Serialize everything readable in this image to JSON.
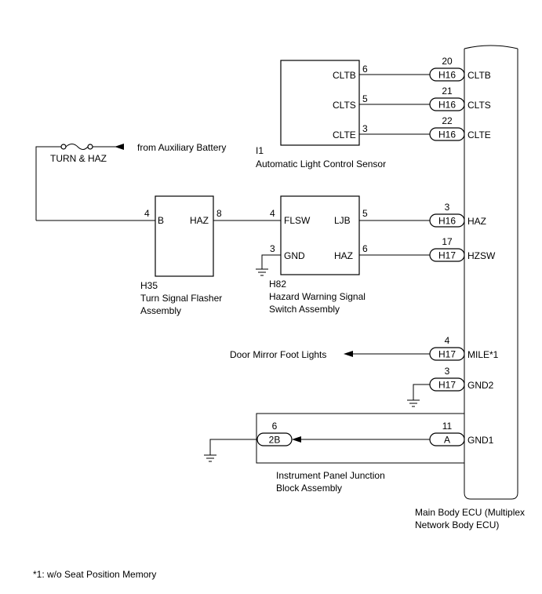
{
  "fuse": {
    "label": "TURN & HAZ"
  },
  "aux_battery": {
    "label": "from Auxiliary Battery"
  },
  "sensor": {
    "id": "I1",
    "name": "Automatic Light Control Sensor",
    "pins": [
      {
        "name": "CLTB",
        "num": "6"
      },
      {
        "name": "CLTS",
        "num": "5"
      },
      {
        "name": "CLTE",
        "num": "3"
      }
    ]
  },
  "flasher": {
    "id": "H35",
    "name1": "Turn Signal Flasher",
    "name2": "Assembly",
    "pin_b": "B",
    "pin_b_num": "4",
    "pin_haz": "HAZ",
    "pin_haz_num": "8"
  },
  "hazard_switch": {
    "id": "H82",
    "name1": "Hazard Warning Signal",
    "name2": "Switch Assembly",
    "flsw": "FLSW",
    "flsw_num": "4",
    "gnd": "GND",
    "gnd_num": "3",
    "ljb": "LJB",
    "ljb_num": "5",
    "haz": "HAZ",
    "haz_num": "6"
  },
  "ecu": {
    "name1": "Main Body ECU (Multiplex",
    "name2": "Network Body ECU)",
    "connectors": [
      {
        "conn": "H16",
        "pin": "20",
        "signal": "CLTB"
      },
      {
        "conn": "H16",
        "pin": "21",
        "signal": "CLTS"
      },
      {
        "conn": "H16",
        "pin": "22",
        "signal": "CLTE"
      },
      {
        "conn": "H16",
        "pin": "3",
        "signal": "HAZ"
      },
      {
        "conn": "H17",
        "pin": "17",
        "signal": "HZSW"
      },
      {
        "conn": "H17",
        "pin": "4",
        "signal": "MILE*1"
      },
      {
        "conn": "H17",
        "pin": "3",
        "signal": "GND2"
      },
      {
        "conn": "A",
        "pin": "11",
        "signal": "GND1"
      }
    ]
  },
  "door_mirror": {
    "label": "Door Mirror Foot Lights"
  },
  "junction_block": {
    "name1": "Instrument Panel Junction",
    "name2": "Block Assembly",
    "conn": "2B",
    "pin": "6"
  },
  "footnote": "*1: w/o Seat Position Memory"
}
